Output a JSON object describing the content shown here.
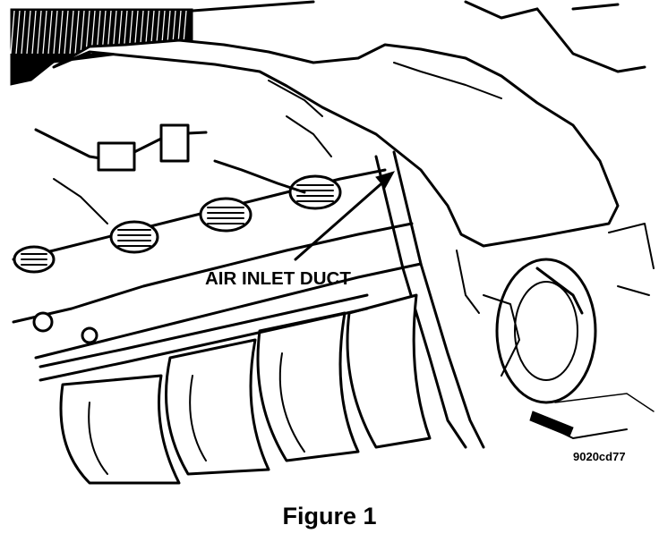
{
  "labels": {
    "callout": "AIR INLET DUCT",
    "code": "9020cd77"
  },
  "caption": "Figure 1",
  "colors": {
    "ink": "#000000",
    "paper": "#ffffff"
  }
}
